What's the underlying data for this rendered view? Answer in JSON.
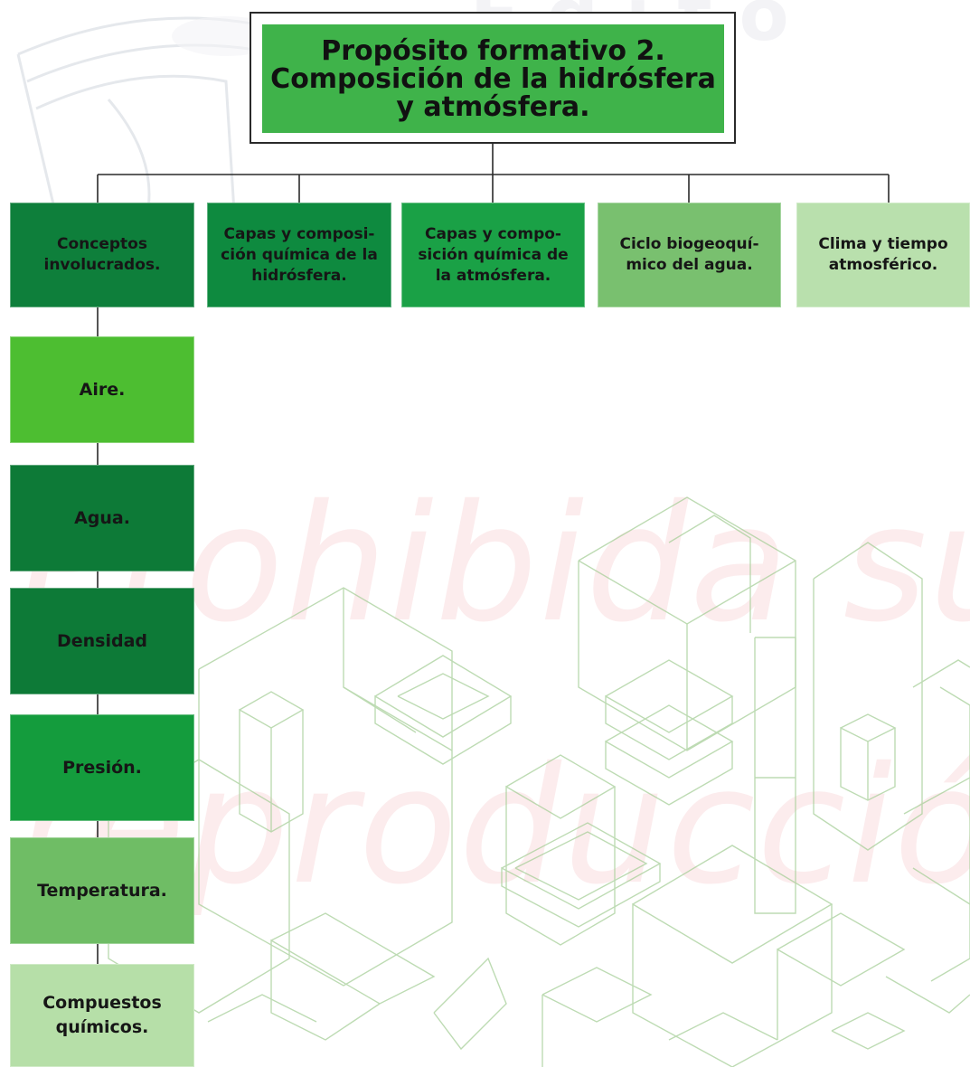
{
  "title": "Propósito formativo 2.\nComposición de la hidrósfera\ny atmósfera.",
  "categories": [
    {
      "label": "Conceptos\ninvolucrados.",
      "color": "#0e7f3b"
    },
    {
      "label": "Capas y composi-\nción química de la\nhidrósfera.",
      "color": "#0e8a3f"
    },
    {
      "label": "Capas y compo-\nsición química de\nla atmósfera.",
      "color": "#1aa146"
    },
    {
      "label": "Ciclo biogeoquí-\nmico del agua.",
      "color": "#79c06f"
    },
    {
      "label": "Clima y tiempo\natmosférico.",
      "color": "#b9e0ad"
    }
  ],
  "concepts": [
    {
      "label": "Aire.",
      "color": "#4dbe31"
    },
    {
      "label": "Agua.",
      "color": "#0d7a37"
    },
    {
      "label": "Densidad",
      "color": "#0d7a37"
    },
    {
      "label": "Presión.",
      "color": "#149c3d"
    },
    {
      "label": "Temperatura.",
      "color": "#6fbd65"
    },
    {
      "label": "Compuestos\nquímicos.",
      "color": "#b6dfa8"
    }
  ],
  "watermarks": {
    "line1": "Prohibida su",
    "line2": "reproducción",
    "top": "Edito"
  }
}
